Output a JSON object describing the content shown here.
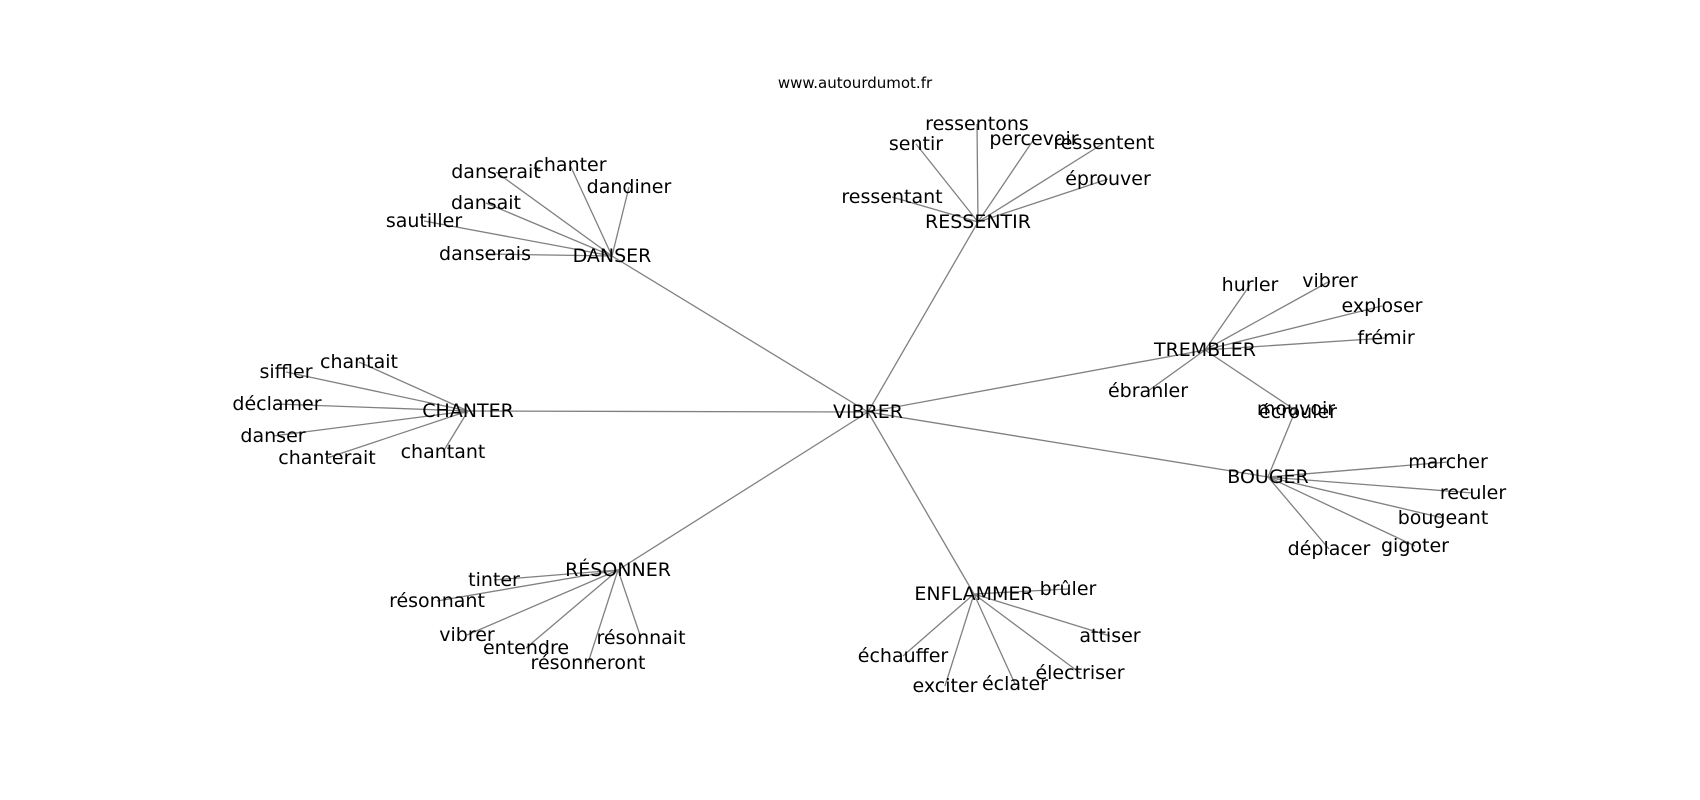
{
  "source": "www.autourdumot.fr",
  "graph": {
    "root": "VIBRER",
    "edge_color": "#808080",
    "text_color": "#000000",
    "clusters": [
      {
        "hub": "DANSER",
        "leaves": [
          "danserait",
          "chanter",
          "dandiner",
          "dansait",
          "sautiller",
          "danserais"
        ]
      },
      {
        "hub": "RESSENTIR",
        "leaves": [
          "ressentons",
          "sentir",
          "percevoir",
          "ressentent",
          "éprouver",
          "ressentant"
        ]
      },
      {
        "hub": "TREMBLER",
        "leaves": [
          "hurler",
          "vibrer",
          "exploser",
          "frémir",
          "ébranler",
          "écrouler"
        ]
      },
      {
        "hub": "CHANTER",
        "leaves": [
          "chantait",
          "siffler",
          "déclamer",
          "danser",
          "chanterait",
          "chantant"
        ]
      },
      {
        "hub": "BOUGER",
        "leaves": [
          "mouvoir",
          "marcher",
          "reculer",
          "bougeant",
          "gigoter",
          "déplacer"
        ]
      },
      {
        "hub": "RÉSONNER",
        "leaves": [
          "tinter",
          "résonnant",
          "vibrer",
          "entendre",
          "résonneront",
          "résonnait"
        ]
      },
      {
        "hub": "ENFLAMMER",
        "leaves": [
          "brûler",
          "attiser",
          "électriser",
          "éclater",
          "exciter",
          "échauffer"
        ]
      }
    ]
  }
}
